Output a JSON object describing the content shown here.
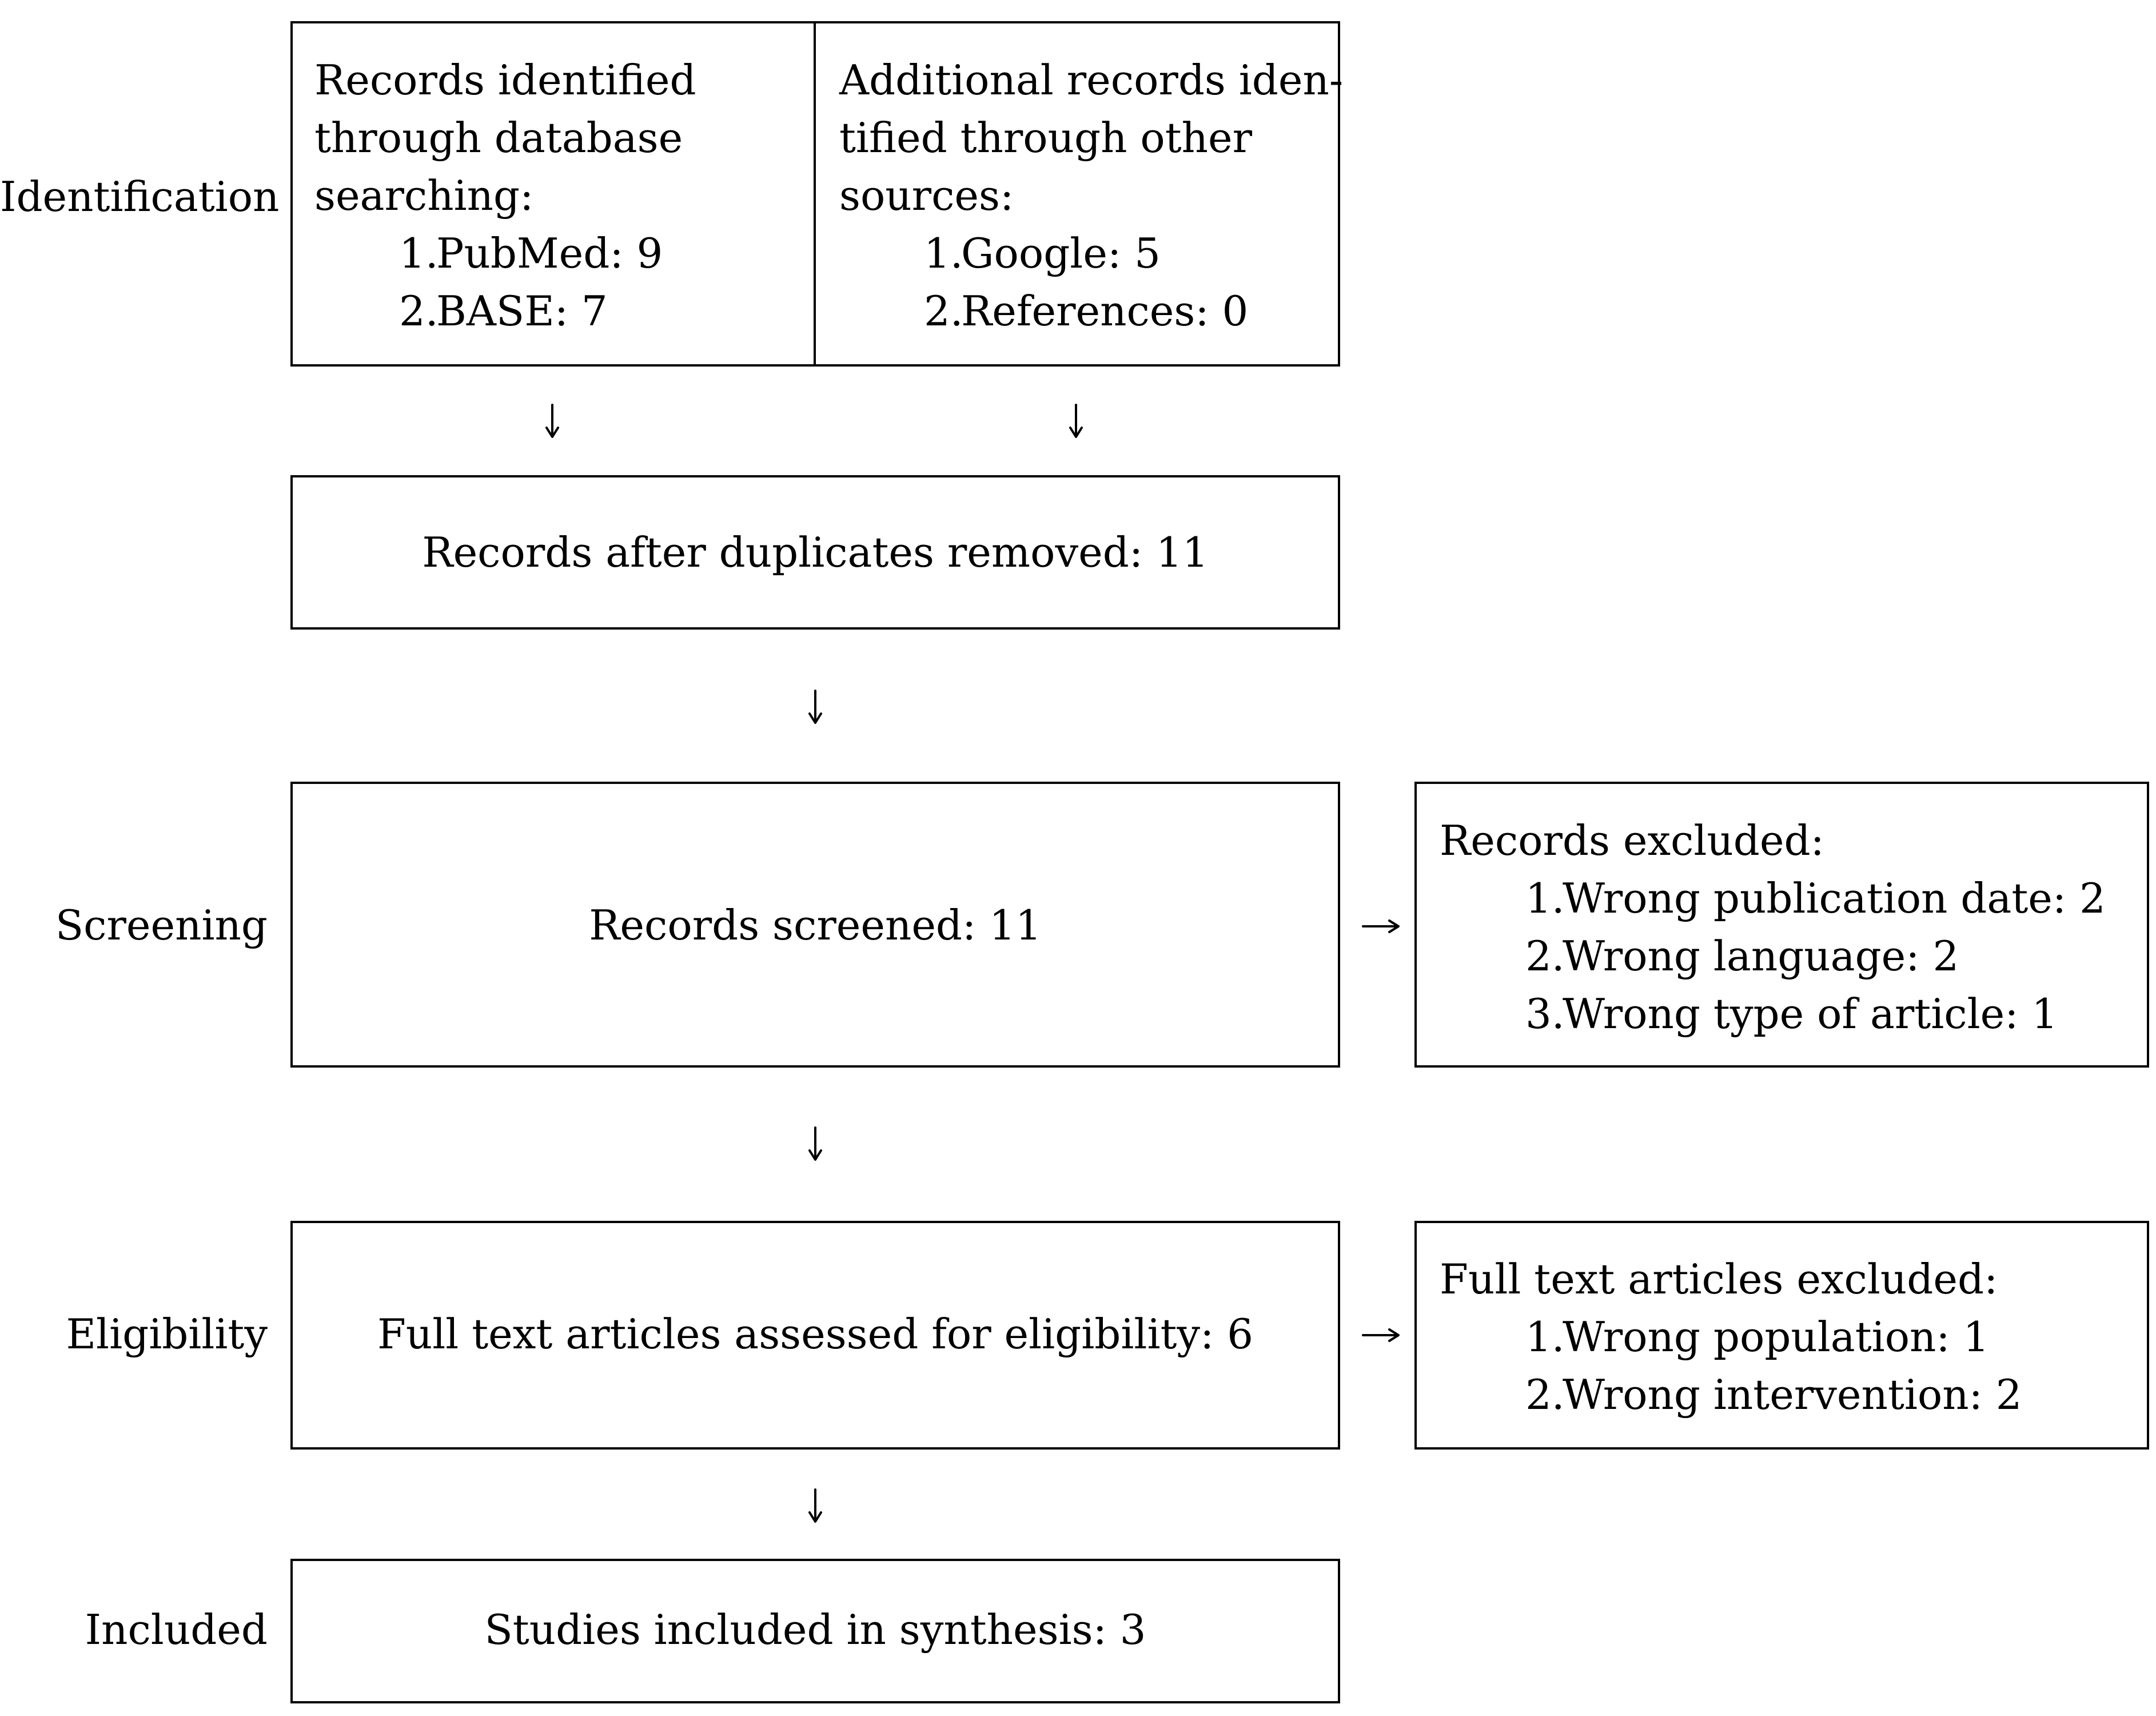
{
  "stages": {
    "identification": "Identification",
    "screening": "Screening",
    "eligibility": "Eligibility",
    "included": "Included"
  },
  "identification": {
    "database": {
      "lines": [
        "Records identified",
        "through database",
        "searching:"
      ],
      "items": [
        {
          "num": "1.",
          "text": "PubMed: 9"
        },
        {
          "num": "2.",
          "text": "BASE: 7"
        }
      ]
    },
    "other": {
      "lines": [
        "Additional records iden-",
        "tified through other",
        "sources:"
      ],
      "items": [
        {
          "num": "1.",
          "text": "Google: 5"
        },
        {
          "num": "2.",
          "text": "References: 0"
        }
      ]
    }
  },
  "duplicates_removed": "Records after duplicates removed: 11",
  "screened": "Records screened: 11",
  "records_excluded": {
    "title": "Records excluded:",
    "items": [
      {
        "num": "1.",
        "text": "Wrong publication date: 2"
      },
      {
        "num": "2.",
        "text": "Wrong language: 2"
      },
      {
        "num": "3.",
        "text": "Wrong type of article: 1"
      }
    ]
  },
  "assessed": "Full text articles assessed for eligibility: 6",
  "fulltext_excluded": {
    "title": "Full text articles excluded:",
    "items": [
      {
        "num": "1.",
        "text": "Wrong population: 1"
      },
      {
        "num": "2.",
        "text": "Wrong intervention: 2"
      }
    ]
  },
  "included_text": "Studies included in synthesis: 3"
}
